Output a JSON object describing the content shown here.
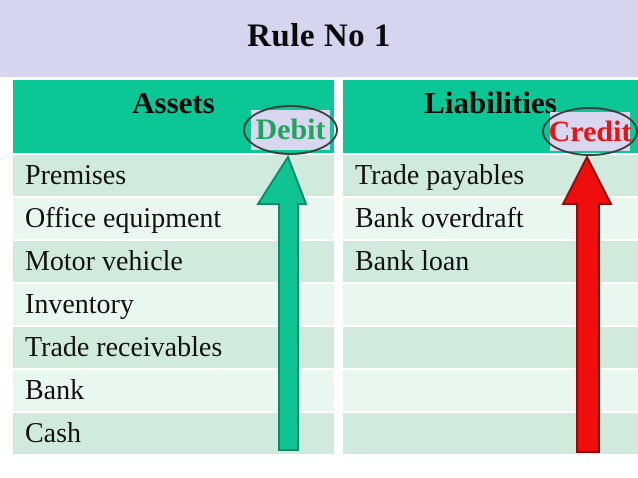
{
  "title": "Rule No 1",
  "table": {
    "columns": [
      {
        "header": "Assets",
        "tag": {
          "label": "Debit"
        }
      },
      {
        "header": "Liabilities",
        "tag": {
          "label": "Credit"
        }
      }
    ],
    "rows": [
      {
        "asset": "Premises",
        "liability": "Trade payables"
      },
      {
        "asset": "Office equipment",
        "liability": "Bank overdraft"
      },
      {
        "asset": "Motor vehicle",
        "liability": "Bank loan"
      },
      {
        "asset": "Inventory",
        "liability": ""
      },
      {
        "asset": "Trade receivables",
        "liability": ""
      },
      {
        "asset": "Bank",
        "liability": ""
      },
      {
        "asset": "Cash",
        "liability": ""
      }
    ]
  },
  "arrows": [
    {
      "name": "debit-arrow",
      "direction": "up",
      "color_key": "arrow_green"
    },
    {
      "name": "credit-arrow",
      "direction": "up",
      "color_key": "arrow_red"
    }
  ],
  "colors": {
    "banner": "#D7D4EF",
    "header_green": "#0BC795",
    "row_dark": "#D0EADE",
    "row_light": "#EAF6F0",
    "arrow_green": "#0FC492",
    "arrow_red": "#EE0E0E",
    "debit_text": "#21A35F",
    "credit_text": "#EE1111",
    "oval_bg": "#D9D6F0"
  }
}
